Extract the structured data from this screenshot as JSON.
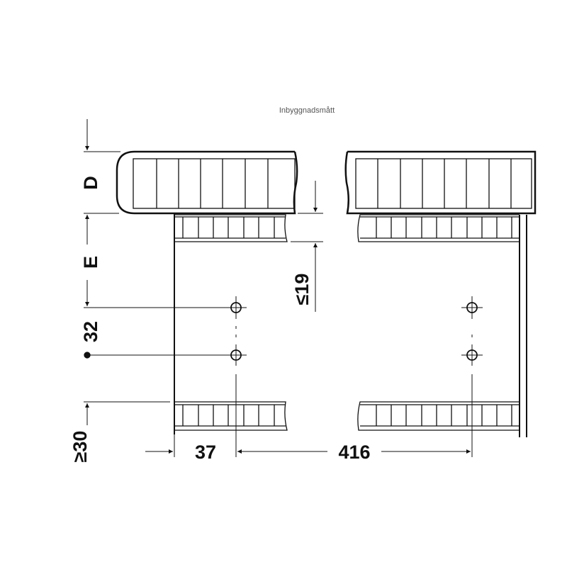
{
  "title": "Inbyggnadsmått",
  "dimensions": {
    "d": "D",
    "e": "E",
    "hole_spacing": "32",
    "min_bottom": "≥30",
    "max_gap": "≤19",
    "side_offset": "37",
    "hole_distance": "416"
  },
  "colors": {
    "line": "#111111",
    "title": "#555555"
  }
}
